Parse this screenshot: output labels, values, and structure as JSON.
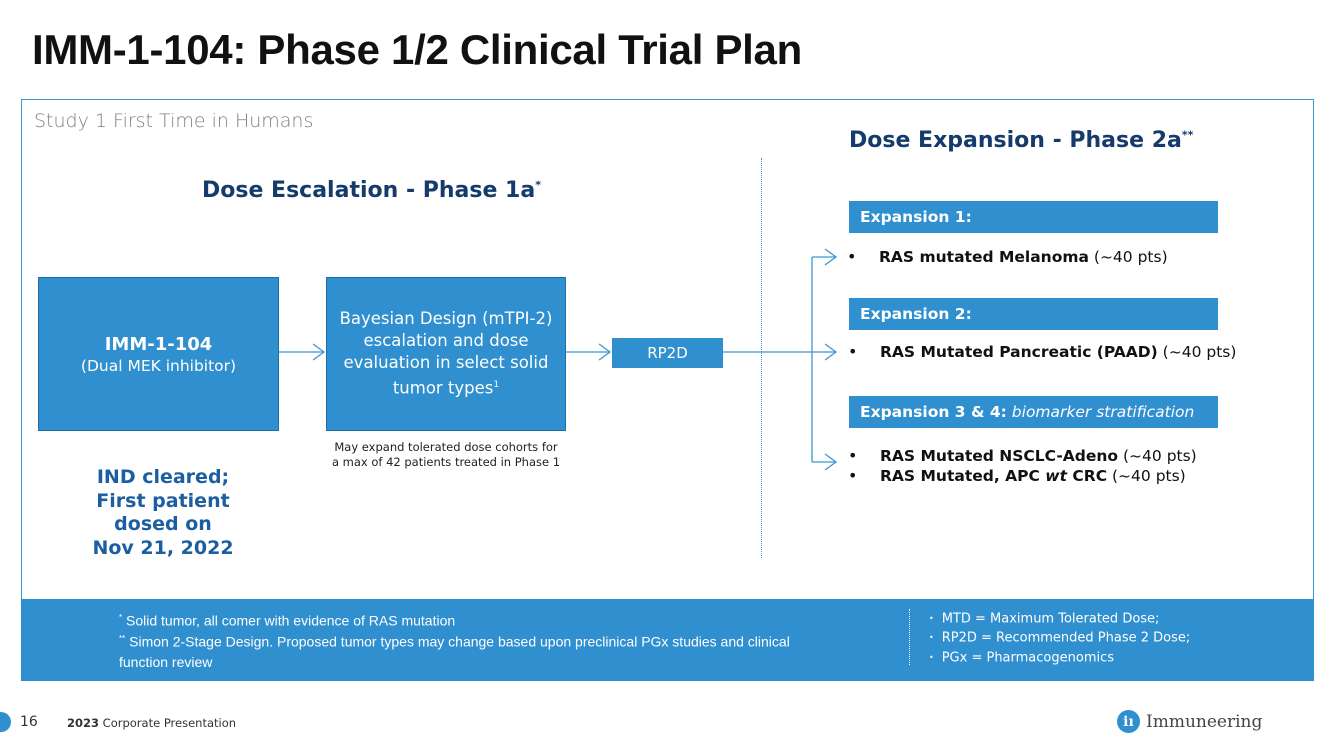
{
  "title": "IMM-1-104: Phase 1/2 Clinical Trial Plan",
  "study_label": "Study 1 First Time in Humans",
  "escalation": {
    "heading": "Dose Escalation - Phase 1a",
    "heading_mark": "*",
    "drug_box": {
      "name": "IMM-1-104",
      "desc": "(Dual MEK inhibitor)"
    },
    "bayes_box": {
      "text": "Bayesian Design (mTPI-2) escalation and dose evaluation in select solid tumor types",
      "sup": "1"
    },
    "rp2d": "RP2D",
    "note": "May expand tolerated dose cohorts for a max of 42 patients treated in Phase 1",
    "ind_status": [
      "IND cleared;",
      "First patient",
      "dosed on",
      "Nov 21, 2022"
    ]
  },
  "expansion": {
    "heading": "Dose Expansion - Phase 2a",
    "heading_mark": "**",
    "cohorts": [
      {
        "label": "Expansion 1:",
        "items": [
          {
            "bold": "RAS mutated Melanoma",
            "rest": " (~40 pts)"
          }
        ]
      },
      {
        "label": "Expansion 2:",
        "items": [
          {
            "bold": "RAS Mutated Pancreatic (PAAD)",
            "rest": " (~40 pts)"
          }
        ]
      },
      {
        "label": "Expansion 3 & 4:",
        "label_italic": " biomarker stratification",
        "items": [
          {
            "bold": "RAS Mutated NSCLC-Adeno",
            "rest": " (~40 pts)"
          },
          {
            "bold_a": "RAS Mutated, APC ",
            "bold_italic": "wt",
            "bold_b": " CRC",
            "rest": " (~40 pts)"
          }
        ]
      }
    ],
    "bullet_char": "•"
  },
  "footnotes": {
    "f1_mark": "*",
    "f1": "Solid tumor, all comer with evidence of RAS mutation",
    "f2_mark": "**",
    "f2": "Simon 2-Stage Design. Proposed tumor types may change based upon preclinical PGx studies and clinical function review"
  },
  "abbreviations": [
    "MTD = Maximum Tolerated Dose;",
    "RP2D = Recommended Phase 2 Dose;",
    "PGx = Pharmacogenomics"
  ],
  "footer": {
    "page": "16",
    "year": "2023",
    "label": "Corporate Presentation",
    "brand": "Immuneering",
    "logo_glyph": "iı"
  },
  "colors": {
    "accent": "#2f8fcf",
    "heading_navy": "#143b6b",
    "ind_blue": "#1c5fa0"
  }
}
